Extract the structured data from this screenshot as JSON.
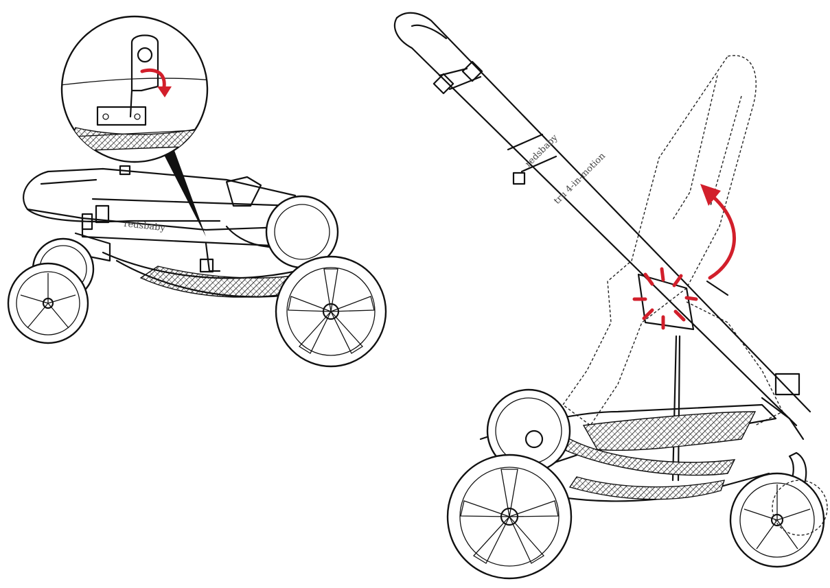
{
  "diagram": {
    "left_view": {
      "brand_text": "redsbaby"
    },
    "right_view": {
      "brand_text": "redsbaby",
      "sub_text": "tru 4-in-motion"
    },
    "colors": {
      "line": "#111111",
      "accent": "#d21f2b",
      "background": "#ffffff"
    },
    "icons": [
      "curved-arrow-icon",
      "click-burst-icon",
      "callout-pointer-icon"
    ]
  }
}
